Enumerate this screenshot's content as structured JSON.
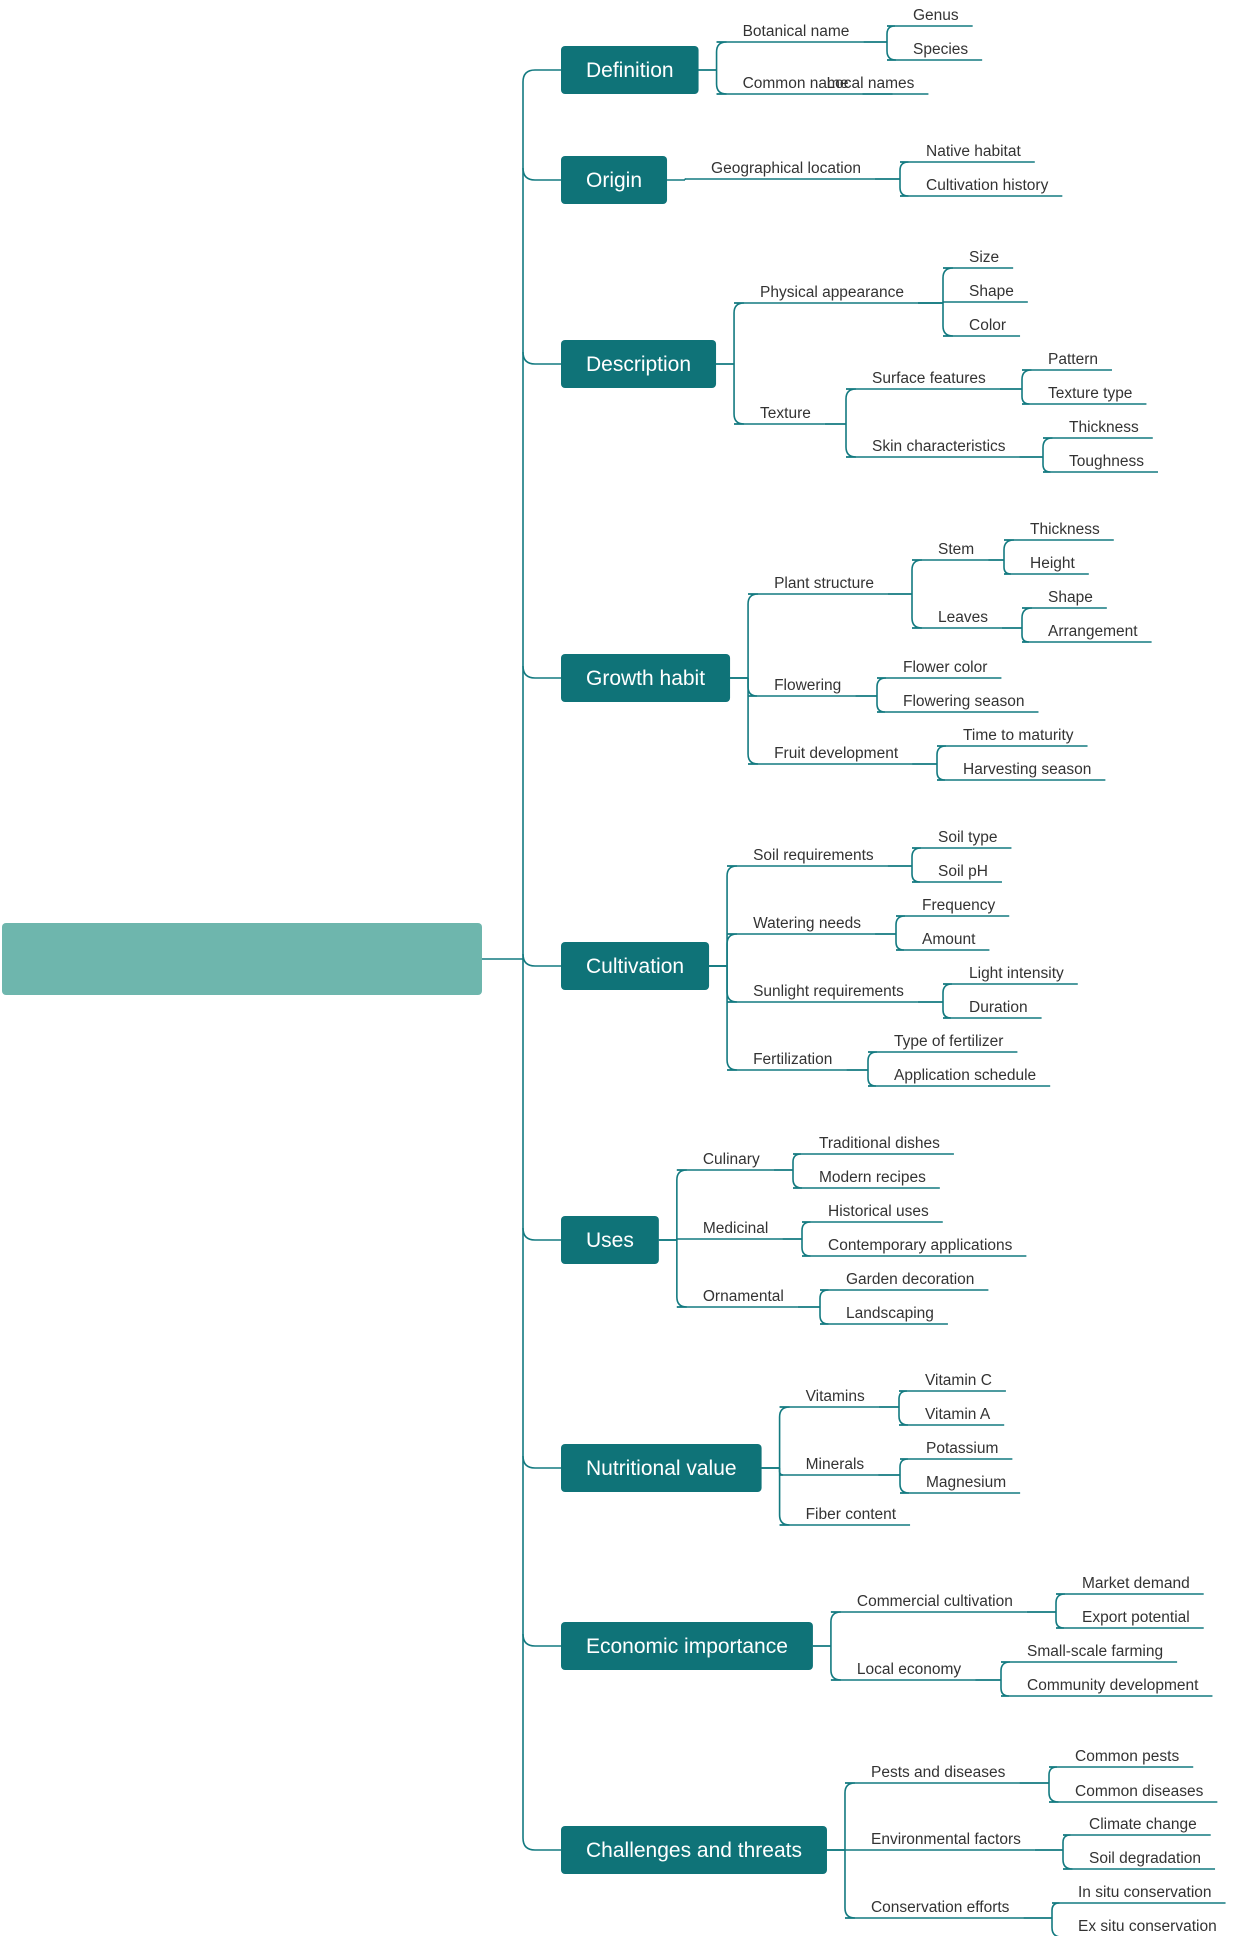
{
  "colors": {
    "root": "#6eb6ad",
    "branch": "#0f7378",
    "line": "#137a80",
    "text": "#333333"
  },
  "root": {
    "label": ""
  },
  "branches": [
    {
      "label": "Definition",
      "children": [
        {
          "label": "Botanical name",
          "children": [
            {
              "label": "Genus"
            },
            {
              "label": "Species"
            }
          ]
        },
        {
          "label": "Common name",
          "children": [
            {
              "label": "Local names"
            }
          ]
        }
      ]
    },
    {
      "label": "Origin",
      "children": [
        {
          "label": "Geographical location",
          "children": [
            {
              "label": "Native habitat"
            },
            {
              "label": "Cultivation history"
            }
          ]
        }
      ]
    },
    {
      "label": "Description",
      "children": [
        {
          "label": "Physical appearance",
          "children": [
            {
              "label": "Size"
            },
            {
              "label": "Shape"
            },
            {
              "label": "Color"
            }
          ]
        },
        {
          "label": "Texture",
          "children": [
            {
              "label": "Surface features",
              "children": [
                {
                  "label": "Pattern"
                },
                {
                  "label": "Texture type"
                }
              ]
            },
            {
              "label": "Skin characteristics",
              "children": [
                {
                  "label": "Thickness"
                },
                {
                  "label": "Toughness"
                }
              ]
            }
          ]
        }
      ]
    },
    {
      "label": "Growth habit",
      "children": [
        {
          "label": "Plant structure",
          "children": [
            {
              "label": "Stem",
              "children": [
                {
                  "label": "Thickness"
                },
                {
                  "label": "Height"
                }
              ]
            },
            {
              "label": "Leaves",
              "children": [
                {
                  "label": "Shape"
                },
                {
                  "label": "Arrangement"
                }
              ]
            }
          ]
        },
        {
          "label": "Flowering",
          "children": [
            {
              "label": "Flower color"
            },
            {
              "label": "Flowering season"
            }
          ]
        },
        {
          "label": "Fruit development",
          "children": [
            {
              "label": "Time to maturity"
            },
            {
              "label": "Harvesting season"
            }
          ]
        }
      ]
    },
    {
      "label": "Cultivation",
      "children": [
        {
          "label": "Soil requirements",
          "children": [
            {
              "label": "Soil type"
            },
            {
              "label": "Soil pH"
            }
          ]
        },
        {
          "label": "Watering needs",
          "children": [
            {
              "label": "Frequency"
            },
            {
              "label": "Amount"
            }
          ]
        },
        {
          "label": "Sunlight requirements",
          "children": [
            {
              "label": "Light intensity"
            },
            {
              "label": "Duration"
            }
          ]
        },
        {
          "label": "Fertilization",
          "children": [
            {
              "label": "Type of fertilizer"
            },
            {
              "label": "Application schedule"
            }
          ]
        }
      ]
    },
    {
      "label": "Uses",
      "children": [
        {
          "label": "Culinary",
          "children": [
            {
              "label": "Traditional dishes"
            },
            {
              "label": "Modern recipes"
            }
          ]
        },
        {
          "label": "Medicinal",
          "children": [
            {
              "label": "Historical uses"
            },
            {
              "label": "Contemporary applications"
            }
          ]
        },
        {
          "label": "Ornamental",
          "children": [
            {
              "label": "Garden decoration"
            },
            {
              "label": "Landscaping"
            }
          ]
        }
      ]
    },
    {
      "label": "Nutritional value",
      "children": [
        {
          "label": "Vitamins",
          "children": [
            {
              "label": "Vitamin C"
            },
            {
              "label": "Vitamin A"
            }
          ]
        },
        {
          "label": "Minerals",
          "children": [
            {
              "label": "Potassium"
            },
            {
              "label": "Magnesium"
            }
          ]
        },
        {
          "label": "Fiber content"
        }
      ]
    },
    {
      "label": "Economic importance",
      "children": [
        {
          "label": "Commercial cultivation",
          "children": [
            {
              "label": "Market demand"
            },
            {
              "label": "Export potential"
            }
          ]
        },
        {
          "label": "Local economy",
          "children": [
            {
              "label": "Small-scale farming"
            },
            {
              "label": "Community development"
            }
          ]
        }
      ]
    },
    {
      "label": "Challenges and threats",
      "children": [
        {
          "label": "Pests and diseases",
          "children": [
            {
              "label": "Common pests"
            },
            {
              "label": "Common diseases"
            }
          ]
        },
        {
          "label": "Environmental factors",
          "children": [
            {
              "label": "Climate change"
            },
            {
              "label": "Soil degradation"
            }
          ]
        },
        {
          "label": "Conservation efforts",
          "children": [
            {
              "label": "In situ conservation"
            },
            {
              "label": "Ex situ conservation"
            }
          ]
        }
      ]
    }
  ]
}
